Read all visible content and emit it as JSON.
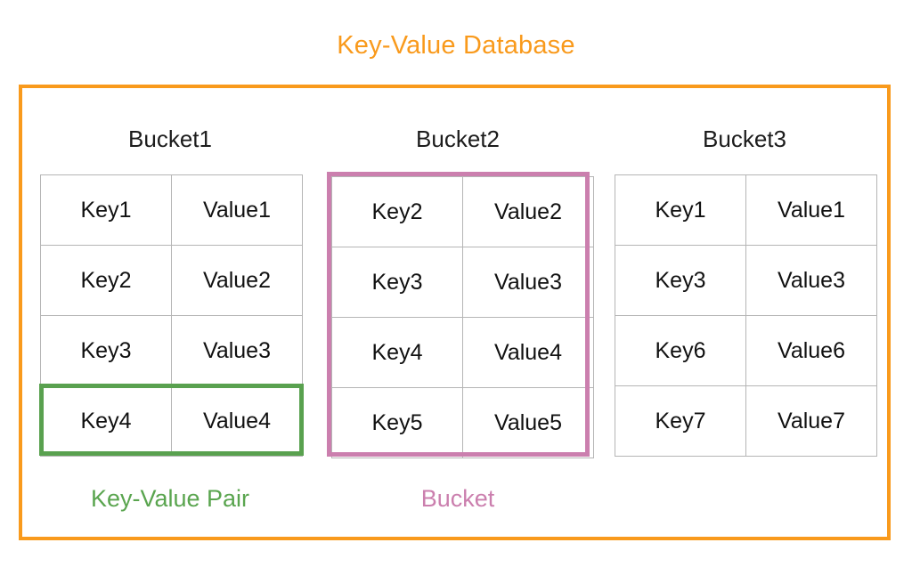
{
  "diagram": {
    "title": "Key-Value Database",
    "colors": {
      "database_frame": "#f99a1c",
      "title": "#f99a1c",
      "key_value_pair_highlight": "#59a14f",
      "bucket_highlight": "#cb7fae",
      "table_border": "#b5b5b5",
      "text": "#111111",
      "background": "#ffffff"
    },
    "buckets": [
      {
        "header": "Bucket1",
        "rows": [
          {
            "key": "Key1",
            "value": "Value1"
          },
          {
            "key": "Key2",
            "value": "Value2"
          },
          {
            "key": "Key3",
            "value": "Value3"
          },
          {
            "key": "Key4",
            "value": "Value4"
          }
        ]
      },
      {
        "header": "Bucket2",
        "rows": [
          {
            "key": "Key2",
            "value": "Value2"
          },
          {
            "key": "Key3",
            "value": "Value3"
          },
          {
            "key": "Key4",
            "value": "Value4"
          },
          {
            "key": "Key5",
            "value": "Value5"
          }
        ]
      },
      {
        "header": "Bucket3",
        "rows": [
          {
            "key": "Key1",
            "value": "Value1"
          },
          {
            "key": "Key3",
            "value": "Value3"
          },
          {
            "key": "Key6",
            "value": "Value6"
          },
          {
            "key": "Key7",
            "value": "Value7"
          }
        ]
      }
    ],
    "annotations": {
      "key_value_pair_caption": "Key-Value Pair",
      "bucket_caption": "Bucket"
    }
  }
}
